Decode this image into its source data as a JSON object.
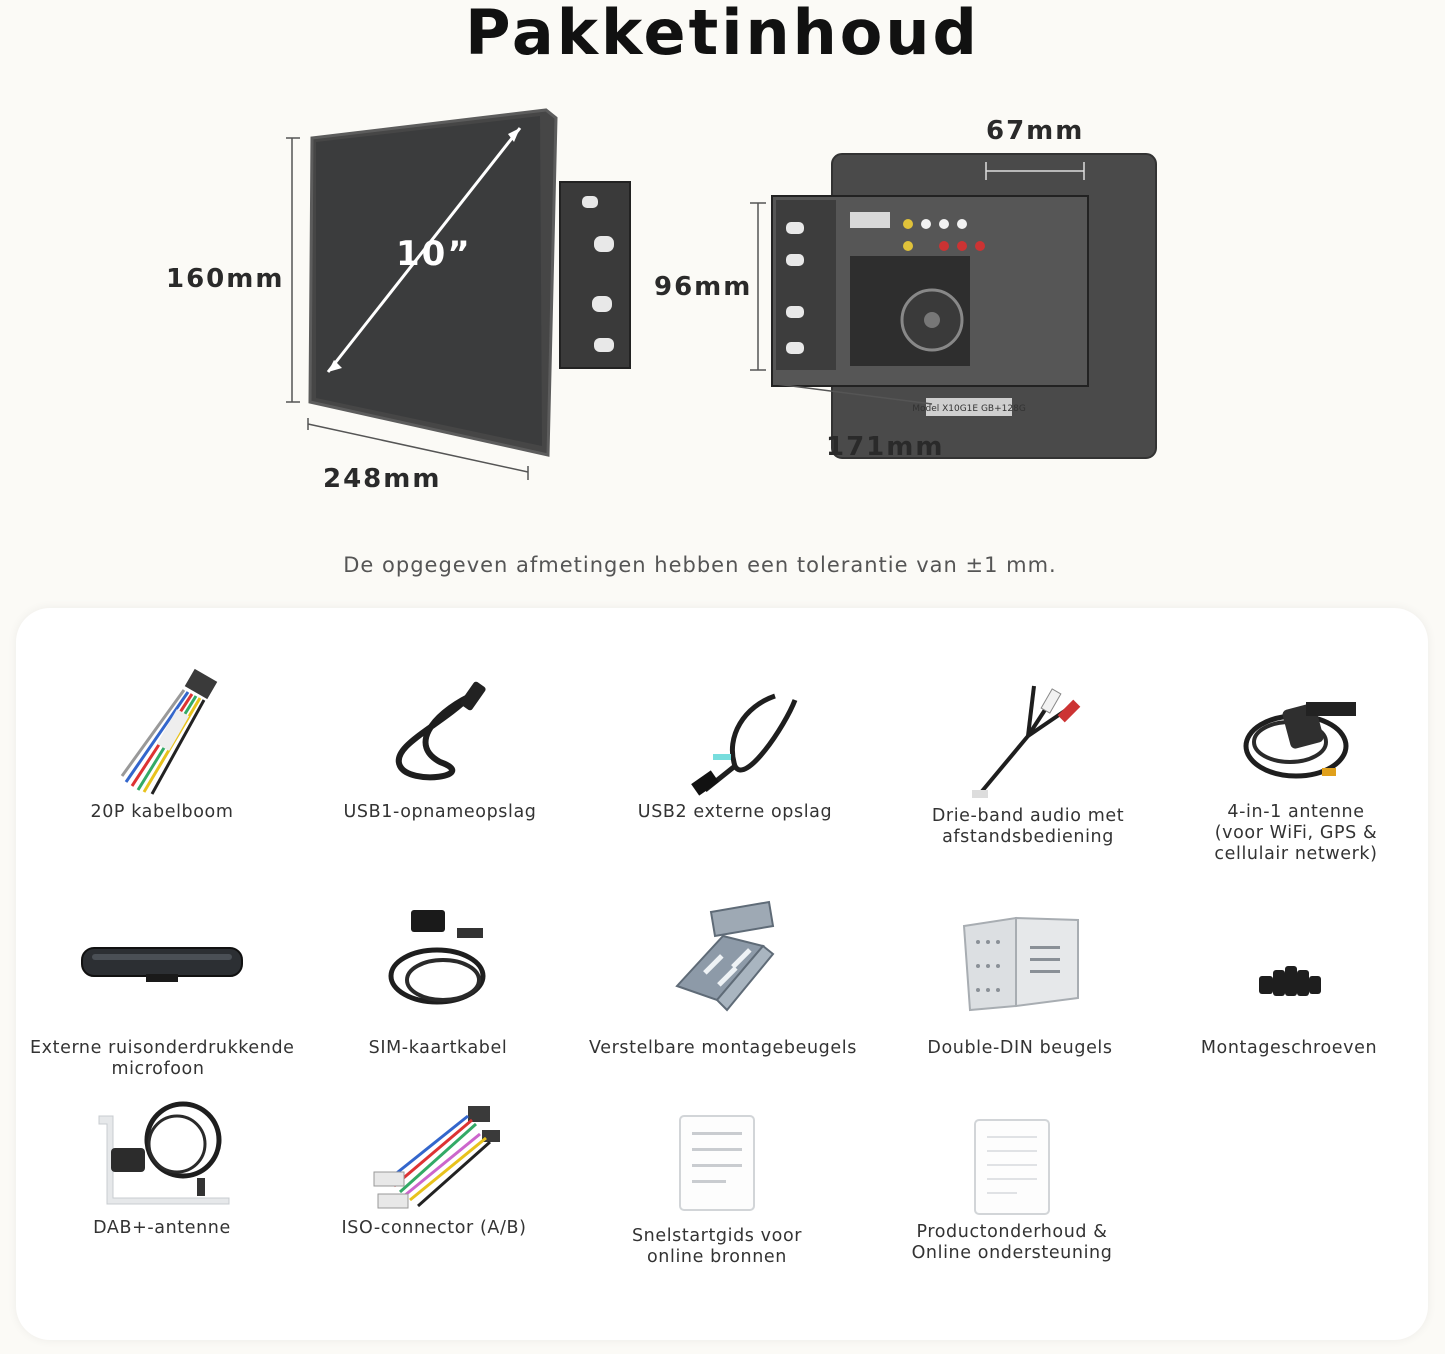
{
  "title": "Pakketinhoud",
  "dimensions": {
    "height_front": "160mm",
    "diagonal": "10”",
    "width_front": "248mm",
    "depth_back": "67mm",
    "height_back": "96mm",
    "width_back": "171mm"
  },
  "product_label": "Model X10G1E GB+128G",
  "tolerance": "De opgegeven afmetingen hebben een tolerantie van ±1 mm.",
  "items": [
    {
      "line1": "20P kabelboom",
      "line2": "",
      "line3": "",
      "icon": "wire-harness-icon"
    },
    {
      "line1": "USB1-opnameopslag",
      "line2": "",
      "line3": "",
      "icon": "usb-cable-icon"
    },
    {
      "line1": "USB2 externe opslag",
      "line2": "",
      "line3": "",
      "icon": "usb-cable-icon"
    },
    {
      "line1": "Drie-band audio met",
      "line2": "afstandsbediening",
      "line3": "",
      "icon": "rca-cable-icon"
    },
    {
      "line1": "4-in-1 antenne",
      "line2": "(voor WiFi, GPS &",
      "line3": "cellulair netwerk)",
      "icon": "antenna-icon"
    },
    {
      "line1": "Externe ruisonderdrukkende",
      "line2": "microfoon",
      "line3": "",
      "icon": "microphone-icon"
    },
    {
      "line1": "SIM-kaartkabel",
      "line2": "",
      "line3": "",
      "icon": "sim-cable-icon"
    },
    {
      "line1": "Verstelbare montagebeugels",
      "line2": "",
      "line3": "",
      "icon": "mounting-bracket-icon"
    },
    {
      "line1": "Double-DIN beugels",
      "line2": "",
      "line3": "",
      "icon": "din-bracket-icon"
    },
    {
      "line1": "Montageschroeven",
      "line2": "",
      "line3": "",
      "icon": "screws-icon"
    },
    {
      "line1": "DAB+-antenne",
      "line2": "",
      "line3": "",
      "icon": "dab-antenna-icon"
    },
    {
      "line1": "ISO-connector (A/B)",
      "line2": "",
      "line3": "",
      "icon": "iso-connector-icon"
    },
    {
      "line1": "Snelstartgids voor",
      "line2": "online bronnen",
      "line3": "",
      "icon": "guide-icon"
    },
    {
      "line1": "Productonderhoud &",
      "line2": "Online ondersteuning",
      "line3": "",
      "icon": "document-icon"
    }
  ]
}
